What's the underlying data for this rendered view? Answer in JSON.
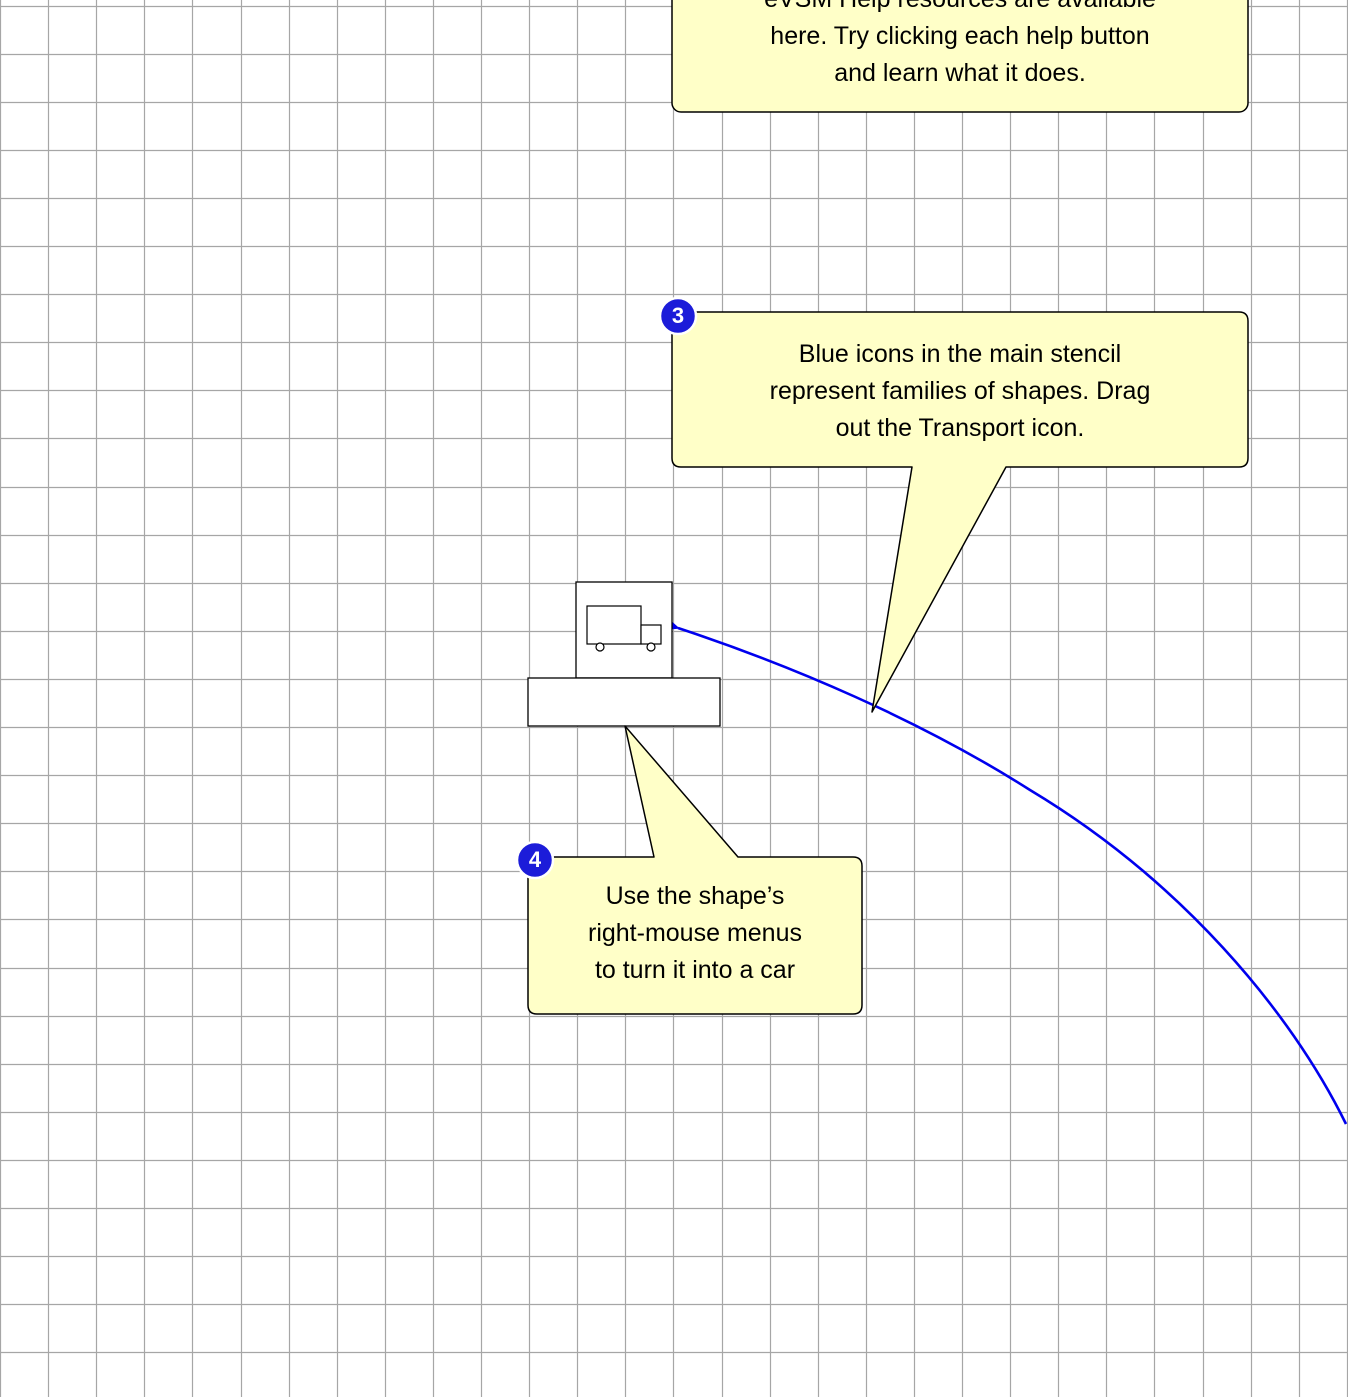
{
  "canvas": {
    "grid_color": "#a6a6a6",
    "background_color": "#ffffff"
  },
  "callouts": [
    {
      "id": "help-resources",
      "badge": "",
      "lines": [
        "eVSM Help resources are available",
        "here. Try clicking each help button",
        "and learn what it does."
      ]
    },
    {
      "id": "step-3",
      "badge": "3",
      "lines": [
        "Blue icons in the main stencil",
        "represent families of shapes. Drag",
        "out the Transport icon."
      ]
    },
    {
      "id": "step-4",
      "badge": "4",
      "lines": [
        "Use the shape’s",
        "right-mouse menus",
        "to turn it into a car"
      ]
    }
  ],
  "colors": {
    "callout_fill": "#ffffc8",
    "badge_fill": "#1c1cd9",
    "arrow": "#0000ee",
    "stroke": "#000000"
  },
  "transport_shape": {
    "icon": "truck-icon",
    "label": ""
  }
}
